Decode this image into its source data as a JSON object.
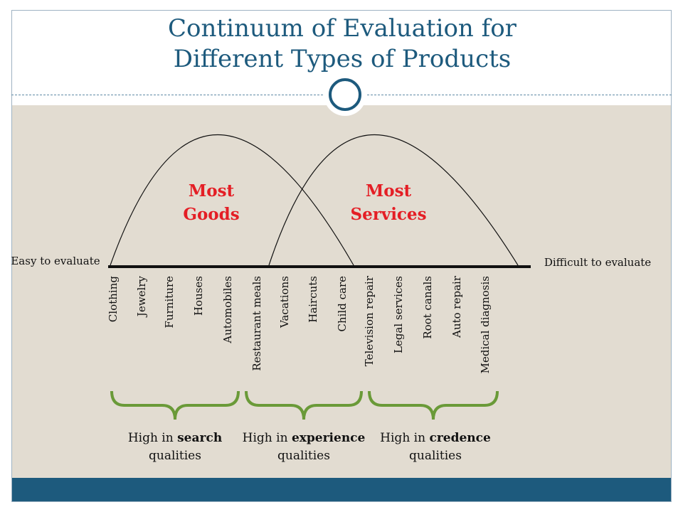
{
  "title": {
    "line1": "Continuum of Evaluation for",
    "line2": "Different Types of Products"
  },
  "axis": {
    "left_label": "Easy to evaluate",
    "right_label": "Difficult to evaluate"
  },
  "curves": {
    "goods": {
      "line1": "Most",
      "line2": "Goods"
    },
    "services": {
      "line1": "Most",
      "line2": "Services"
    }
  },
  "products": [
    "Clothing",
    "Jewelry",
    "Furniture",
    "Houses",
    "Automobiles",
    "Restaurant meals",
    "Vacations",
    "Haircuts",
    "Child care",
    "Television repair",
    "Legal services",
    "Root canals",
    "Auto repair",
    "Medical diagnosis"
  ],
  "groups": [
    {
      "prefix": "High in ",
      "bold": "search",
      "line2": "qualities"
    },
    {
      "prefix": "High in ",
      "bold": "experience",
      "line2": "qualities"
    },
    {
      "prefix": "High in ",
      "bold": "credence",
      "line2": "qualities"
    }
  ],
  "colors": {
    "title": "#1d5a7d",
    "content_bg": "#e2dcd1",
    "footer": "#1d5a7d",
    "curve_label": "#e41e25",
    "brace": "#6a9a38"
  }
}
